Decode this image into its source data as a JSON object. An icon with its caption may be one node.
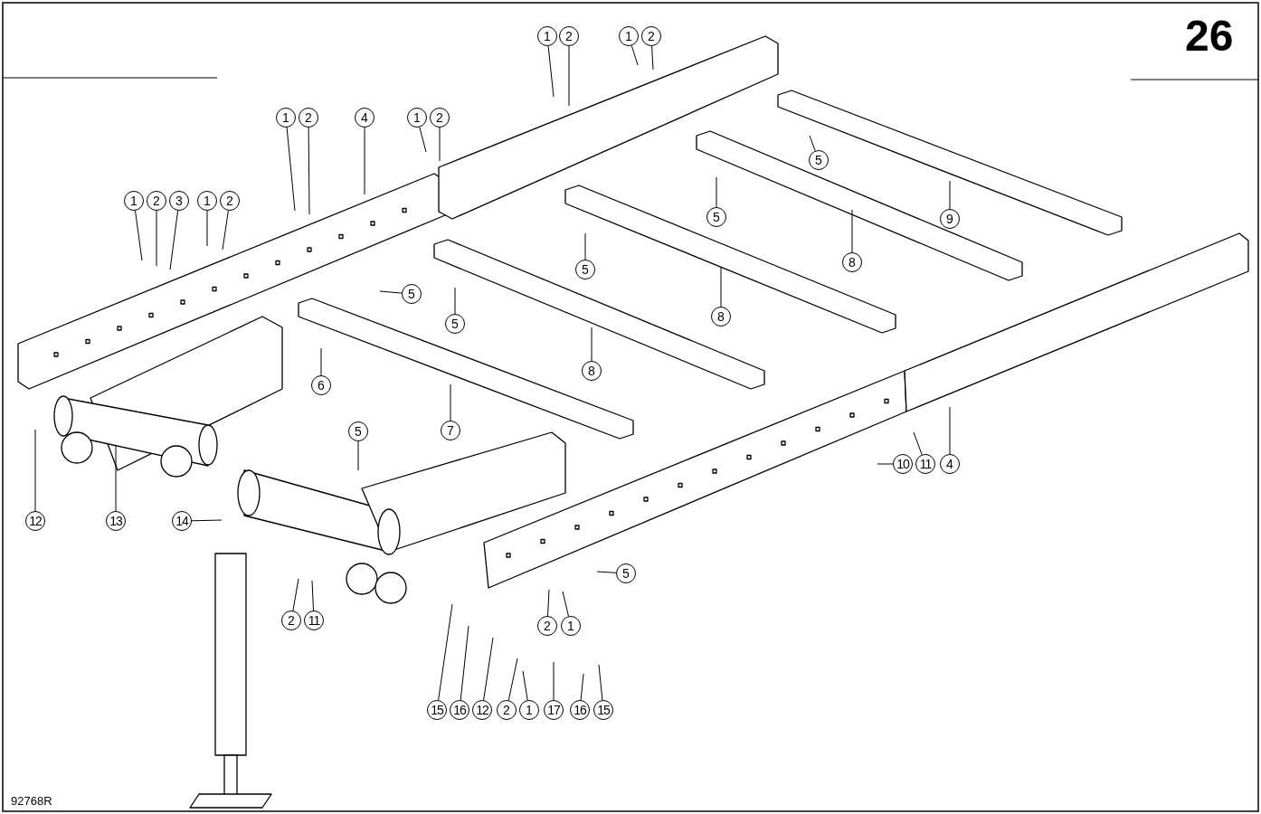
{
  "diagram": {
    "nodes": [
      {
        "text": [
          "1"
        ]
      },
      {
        "text": [
          "2"
        ]
      },
      {
        "text": [
          "1"
        ]
      },
      {
        "text": [
          "2"
        ]
      },
      {
        "text": [
          "1"
        ]
      },
      {
        "text": [
          "2"
        ]
      },
      {
        "text": [
          "4"
        ]
      },
      {
        "text": [
          "1"
        ]
      },
      {
        "text": [
          "2"
        ]
      },
      {
        "text": [
          "1"
        ]
      },
      {
        "text": [
          "2"
        ]
      },
      {
        "text": [
          "3"
        ]
      },
      {
        "text": [
          "1"
        ]
      },
      {
        "text": [
          "2"
        ]
      },
      {
        "text": [
          "5"
        ]
      },
      {
        "text": [
          "5"
        ]
      },
      {
        "text": [
          "5"
        ]
      },
      {
        "text": [
          "5"
        ]
      },
      {
        "text": [
          "5"
        ]
      },
      {
        "text": [
          "9"
        ]
      },
      {
        "text": [
          "8"
        ]
      },
      {
        "text": [
          "5"
        ]
      },
      {
        "text": [
          "8"
        ]
      },
      {
        "text": [
          "6"
        ]
      },
      {
        "text": [
          "8"
        ]
      },
      {
        "text": [
          "7"
        ]
      },
      {
        "text": [
          "5"
        ]
      },
      {
        "text": [
          "10"
        ]
      },
      {
        "text": [
          "11"
        ]
      },
      {
        "text": [
          "4"
        ]
      },
      {
        "text": [
          "12"
        ]
      },
      {
        "text": [
          "13"
        ]
      },
      {
        "text": [
          "14"
        ]
      },
      {
        "text": [
          "2"
        ]
      },
      {
        "text": [
          "11"
        ]
      },
      {
        "text": [
          "2"
        ]
      },
      {
        "text": [
          "1"
        ]
      },
      {
        "text": [
          "15"
        ]
      },
      {
        "text": [
          "16"
        ]
      },
      {
        "text": [
          "12"
        ]
      },
      {
        "text": [
          "2"
        ]
      },
      {
        "text": [
          "1"
        ]
      },
      {
        "text": [
          "17"
        ]
      },
      {
        "text": [
          "16"
        ]
      },
      {
        "text": [
          "15"
        ]
      }
    ],
    "edges": [
      {
        "from": 0,
        "to": null,
        "arrow": "none"
      },
      {
        "from": 1,
        "to": null,
        "arrow": "none"
      },
      {
        "from": 2,
        "to": null,
        "arrow": "none"
      },
      {
        "from": 3,
        "to": null,
        "arrow": "none"
      },
      {
        "from": 4,
        "to": null,
        "arrow": "none"
      },
      {
        "from": 5,
        "to": null,
        "arrow": "none"
      },
      {
        "from": 6,
        "to": null,
        "arrow": "none"
      },
      {
        "from": 7,
        "to": null,
        "arrow": "none"
      },
      {
        "from": 8,
        "to": null,
        "arrow": "none"
      },
      {
        "from": 9,
        "to": null,
        "arrow": "none"
      },
      {
        "from": 10,
        "to": null,
        "arrow": "none"
      },
      {
        "from": 11,
        "to": null,
        "arrow": "none"
      },
      {
        "from": 12,
        "to": null,
        "arrow": "none"
      },
      {
        "from": 13,
        "to": null,
        "arrow": "none"
      },
      {
        "from": 14,
        "to": null,
        "arrow": "none"
      },
      {
        "from": 15,
        "to": null,
        "arrow": "none"
      },
      {
        "from": 16,
        "to": null,
        "arrow": "none"
      },
      {
        "from": 17,
        "to": null,
        "arrow": "none"
      },
      {
        "from": 18,
        "to": null,
        "arrow": "none"
      },
      {
        "from": 19,
        "to": null,
        "arrow": "none"
      },
      {
        "from": 20,
        "to": null,
        "arrow": "none"
      },
      {
        "from": 21,
        "to": null,
        "arrow": "none"
      },
      {
        "from": 22,
        "to": null,
        "arrow": "none"
      },
      {
        "from": 23,
        "to": null,
        "arrow": "none"
      },
      {
        "from": 24,
        "to": null,
        "arrow": "none"
      },
      {
        "from": 25,
        "to": null,
        "arrow": "none"
      },
      {
        "from": 26,
        "to": null,
        "arrow": "none"
      },
      {
        "from": 27,
        "to": null,
        "arrow": "none"
      },
      {
        "from": 28,
        "to": null,
        "arrow": "none"
      },
      {
        "from": 29,
        "to": null,
        "arrow": "none"
      },
      {
        "from": 30,
        "to": null,
        "arrow": "none"
      },
      {
        "from": 31,
        "to": null,
        "arrow": "none"
      },
      {
        "from": 32,
        "to": null,
        "arrow": "none"
      },
      {
        "from": 33,
        "to": null,
        "arrow": "none"
      },
      {
        "from": 34,
        "to": null,
        "arrow": "none"
      },
      {
        "from": 35,
        "to": null,
        "arrow": "none"
      },
      {
        "from": 36,
        "to": null,
        "arrow": "none"
      },
      {
        "from": 37,
        "to": null,
        "arrow": "none"
      },
      {
        "from": 38,
        "to": null,
        "arrow": "none"
      },
      {
        "from": 39,
        "to": null,
        "arrow": "none"
      },
      {
        "from": 40,
        "to": null,
        "arrow": "none"
      },
      {
        "from": 41,
        "to": null,
        "arrow": "none"
      },
      {
        "from": 42,
        "to": null,
        "arrow": "none"
      },
      {
        "from": 43,
        "to": null,
        "arrow": "none"
      },
      {
        "from": 44,
        "to": null,
        "arrow": "none"
      }
    ],
    "labels": [
      "26",
      "92768R"
    ]
  }
}
